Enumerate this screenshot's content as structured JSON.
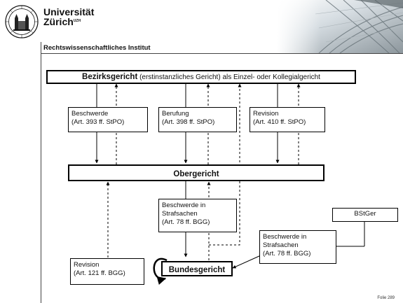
{
  "header": {
    "university_line1": "Universität",
    "university_line2": "Zürich",
    "university_superscript": "UZH",
    "institute": "Rechtswissenschaftliches Institut"
  },
  "diagram": {
    "top_box": {
      "bold": "Bezirksgericht",
      "rest": " (erstinstanzliches Gericht) als Einzel- oder Kollegialgericht"
    },
    "beschwerde": {
      "line1": "Beschwerde",
      "line2": "(Art. 393 ff. StPO)"
    },
    "berufung": {
      "line1": "Berufung",
      "line2": "(Art. 398 ff. StPO)"
    },
    "revision_top": {
      "line1": "Revision",
      "line2": "(Art. 410 ff. StPO)"
    },
    "obergericht": "Obergericht",
    "beschwerde_strafsachen_1": {
      "line1": "Beschwerde in",
      "line2": "Strafsachen",
      "line3": "(Art. 78 ff. BGG)"
    },
    "bstger": "BStGer",
    "beschwerde_strafsachen_2": {
      "line1": "Beschwerde in",
      "line2": "Strafsachen",
      "line3": "(Art. 78 ff. BGG)"
    },
    "revision_bottom": {
      "line1": "Revision",
      "line2": "(Art. 121 ff. BGG)"
    },
    "bundesgericht": "Bundesgericht"
  },
  "footer": "Folie 289"
}
